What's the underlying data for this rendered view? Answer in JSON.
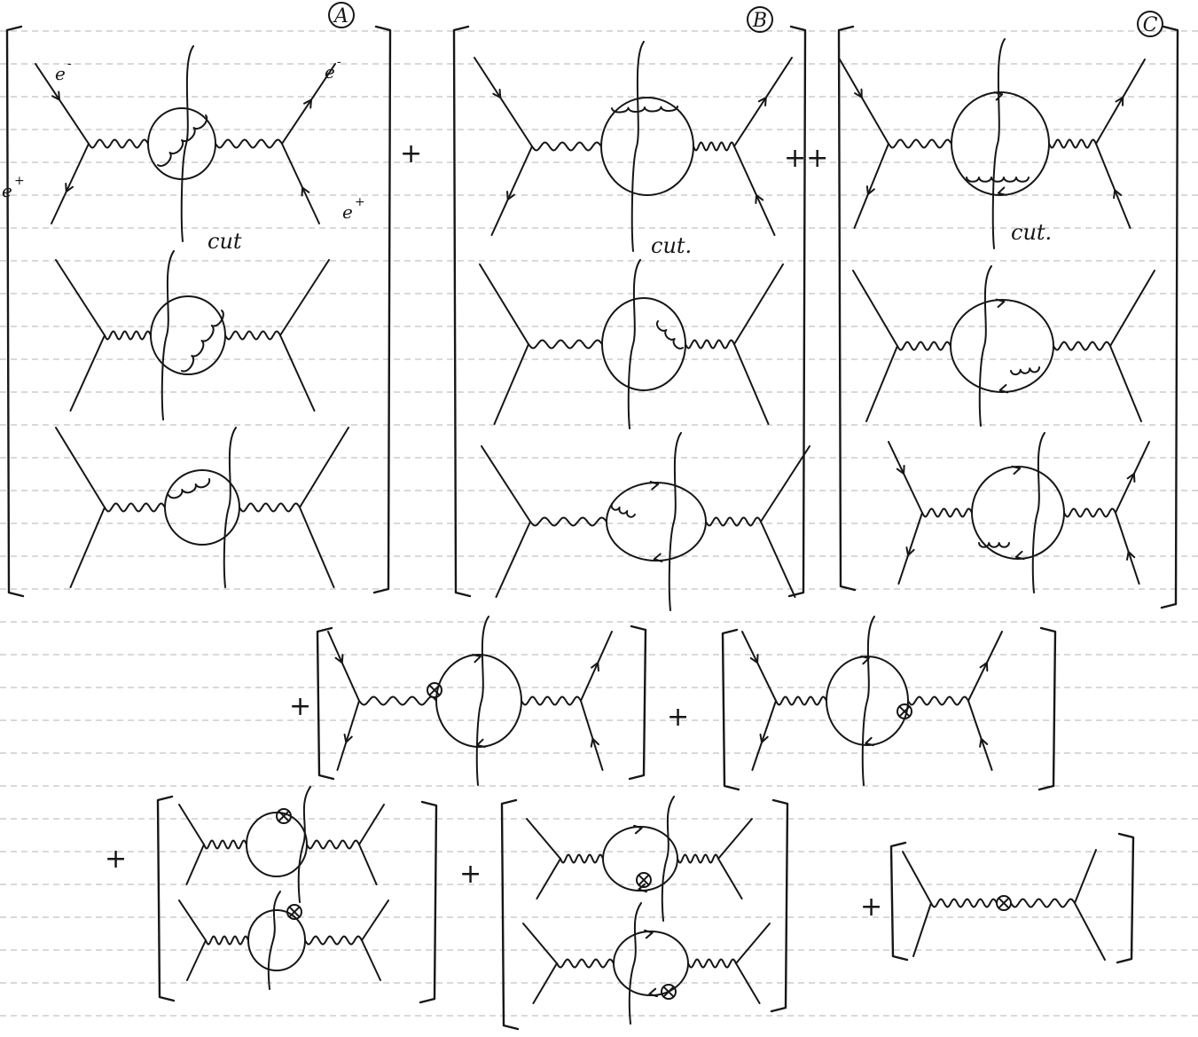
{
  "panels": {
    "A": {
      "label": "A"
    },
    "B": {
      "label": "B"
    },
    "C": {
      "label": "C"
    }
  },
  "legs": {
    "electron": "e",
    "electron_sign": "-",
    "positron": "e",
    "positron_sign": "+"
  },
  "cut_label": "cut",
  "cut_label_dot": "cut.",
  "operators": {
    "plus": "+",
    "double_plus": "++"
  }
}
